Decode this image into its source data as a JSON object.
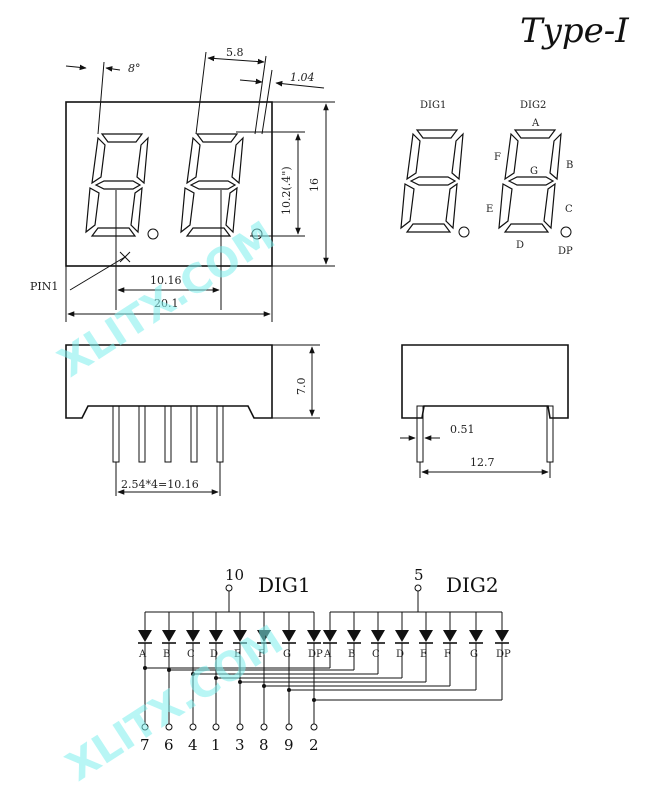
{
  "title": "Type-I",
  "watermark": "XLITX.COM",
  "front_view": {
    "dim_angle": "8°",
    "dim_segment_width": "5.8",
    "dim_stroke": "1.04",
    "dim_digit_height": "10.2(.4\")",
    "dim_body_height": "16",
    "dim_pitch": "10.16",
    "dim_body_width": "20.1",
    "pin1_label": "PIN1"
  },
  "segment_legend": {
    "dig1_label": "DIG1",
    "dig2_label": "DIG2",
    "segments": [
      "A",
      "B",
      "C",
      "D",
      "E",
      "F",
      "G"
    ],
    "dp_label": "DP"
  },
  "side_view": {
    "dim_thickness": "7.0",
    "dim_pin_spacing": "2.54*4=10.16",
    "dim_pin_width": "0.51",
    "dim_row_spacing": "12.7"
  },
  "circuit": {
    "dig1": {
      "label": "DIG1",
      "common_pin": "10"
    },
    "dig2": {
      "label": "DIG2",
      "common_pin": "5"
    },
    "segment_labels": [
      "A",
      "B",
      "C",
      "D",
      "E",
      "F",
      "G",
      "DP"
    ],
    "bottom_pins": [
      "7",
      "6",
      "4",
      "1",
      "3",
      "8",
      "9",
      "2"
    ]
  }
}
